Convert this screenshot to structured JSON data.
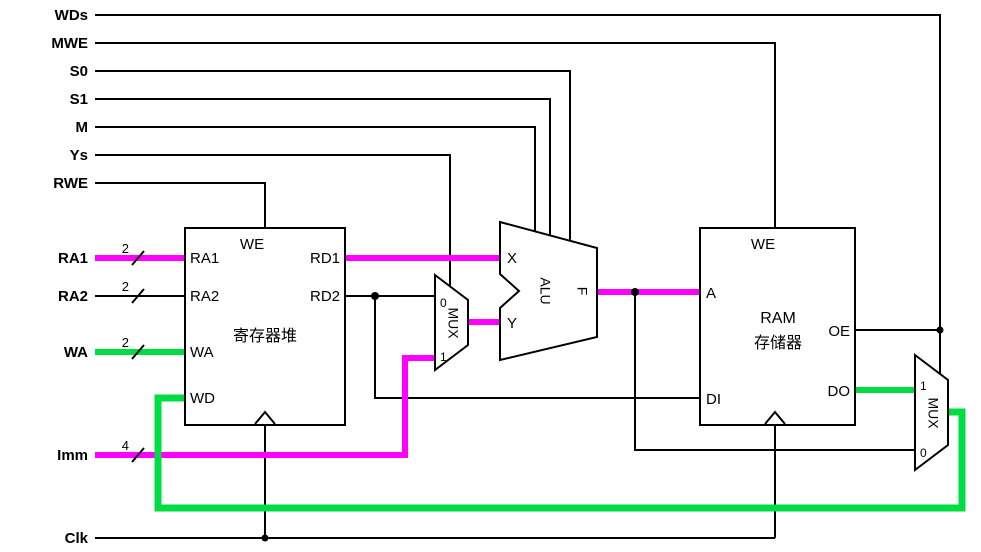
{
  "colors": {
    "magenta": "#FF00FF",
    "green": "#00DD44",
    "black": "#000000"
  },
  "signals": {
    "wds": "WDs",
    "mwe": "MWE",
    "s0": "S0",
    "s1": "S1",
    "m": "M",
    "ys": "Ys",
    "rwe": "RWE",
    "ra1": "RA1",
    "ra2": "RA2",
    "wa": "WA",
    "imm": "Imm",
    "clk": "Clk"
  },
  "bus_widths": {
    "ra1": "2",
    "ra2": "2",
    "wa": "2",
    "imm": "4"
  },
  "register_file": {
    "title": "寄存器堆",
    "ports": {
      "we": "WE",
      "ra1": "RA1",
      "ra2": "RA2",
      "wa": "WA",
      "wd": "WD",
      "rd1": "RD1",
      "rd2": "RD2"
    }
  },
  "alu": {
    "title": "ALU",
    "ports": {
      "x": "X",
      "y": "Y",
      "f": "F"
    }
  },
  "ram": {
    "title_line1": "RAM",
    "title_line2": "存储器",
    "ports": {
      "we": "WE",
      "a": "A",
      "di": "DI",
      "oe": "OE",
      "do": "DO"
    }
  },
  "mux_y": {
    "title": "MUX",
    "input0": "0",
    "input1": "1"
  },
  "mux_wd": {
    "title": "MUX",
    "input0": "0",
    "input1": "1"
  }
}
